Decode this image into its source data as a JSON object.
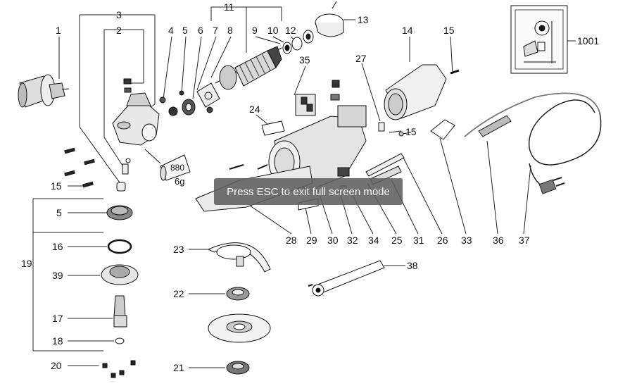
{
  "labels": {
    "n1": "1",
    "n2": "2",
    "n3": "3",
    "n4": "4",
    "n5": "5",
    "n6": "6",
    "n7": "7",
    "n8": "8",
    "n9": "9",
    "n10": "10",
    "n11": "11",
    "n12": "12",
    "n13": "13",
    "n14": "14",
    "n15": "15",
    "n16": "16",
    "n17": "17",
    "n18": "18",
    "n19": "19",
    "n20": "20",
    "n21": "21",
    "n22": "22",
    "n23": "23",
    "n24": "24",
    "n25": "25",
    "n26": "26",
    "n27": "27",
    "n28": "28",
    "n29": "29",
    "n30": "30",
    "n31": "31",
    "n32": "32",
    "n33": "33",
    "n34": "34",
    "n35": "35",
    "n36": "36",
    "n37": "37",
    "n38": "38",
    "n39": "39",
    "n1001": "1001"
  },
  "grease": {
    "amount": "880",
    "weight": "6g"
  },
  "overlay": {
    "message": "Press ESC to exit full screen mode"
  }
}
